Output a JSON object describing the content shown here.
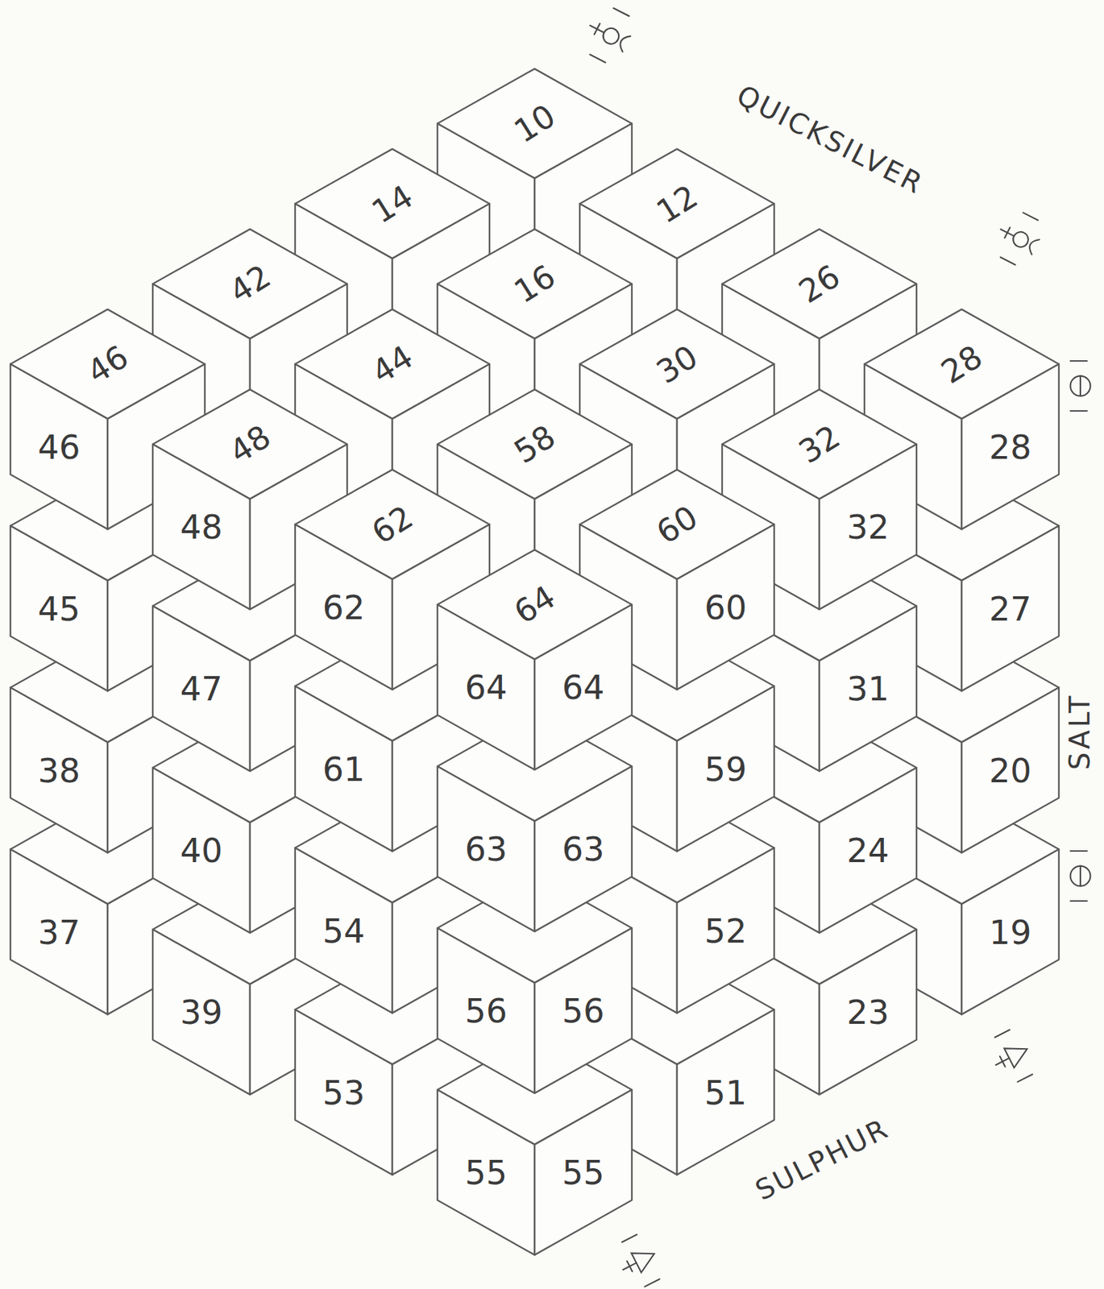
{
  "diagram": {
    "labels": [
      "QUICKSILVER",
      "10",
      "14",
      "12",
      "42",
      "16",
      "26",
      "46",
      "44",
      "30",
      "28",
      "48",
      "58",
      "32",
      "62",
      "60",
      "64",
      "46",
      "45",
      "38",
      "37",
      "48",
      "47",
      "40",
      "39",
      "62",
      "61",
      "54",
      "53",
      "64",
      "63",
      "56",
      "55",
      "64",
      "63",
      "56",
      "55",
      "60",
      "59",
      "52",
      "51",
      "32",
      "31",
      "24",
      "23",
      "28",
      "27",
      "20",
      "19",
      "SALT",
      "SULPHUR"
    ]
  }
}
